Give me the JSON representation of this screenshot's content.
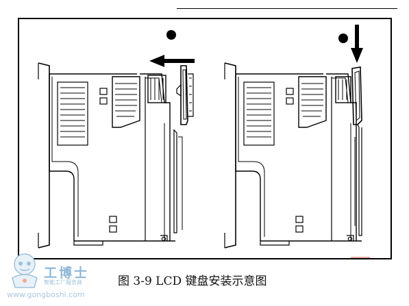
{
  "figure": {
    "caption": "图 3-9 LCD 键盘安装示意图",
    "step_markers": [
      "❶",
      "❷"
    ],
    "accent_color": "#000000"
  },
  "watermark": {
    "title": "工博士",
    "subtitle": "智能工厂服务商",
    "url": "www.gongboshi.com",
    "color": "#8fb7d8"
  }
}
